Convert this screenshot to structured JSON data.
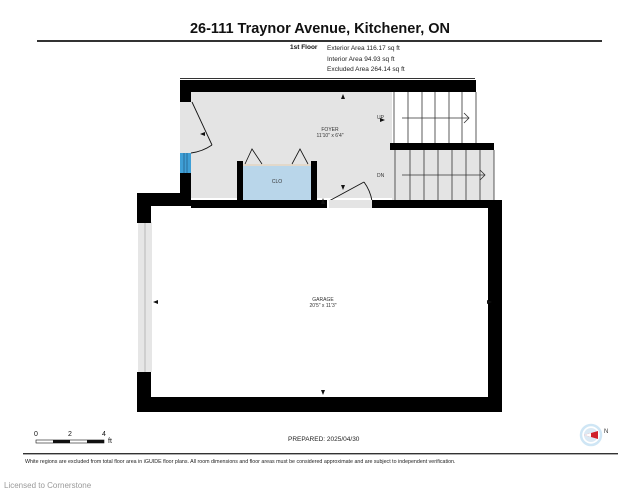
{
  "header": {
    "title": "26-111 Traynor Avenue, Kitchener, ON"
  },
  "floor_summary": {
    "floor_label": "1st Floor",
    "lines": [
      "Exterior Area 116.17 sq ft",
      "Interior Area 94.93 sq ft",
      "Excluded Area 264.14 sq ft"
    ]
  },
  "rooms": {
    "foyer": {
      "name": "FOYER",
      "dims": "11'10\" x 6'4\""
    },
    "closet": {
      "name": "CLO"
    },
    "garage": {
      "name": "GARAGE",
      "dims": "20'5\" x 11'3\""
    }
  },
  "stairs": {
    "up_label": "UP",
    "down_label": "DN"
  },
  "scale_bar": {
    "ticks": [
      "0",
      "2",
      "4"
    ],
    "unit": "ft"
  },
  "footer": {
    "prepared": "PREPARED: 2025/04/30",
    "disclaimer": "White regions are excluded from total floor area in iGUIDE floor plans. All room dimensions and floor areas must be considered approximate and are subject to independent verification.",
    "license": "Licensed to Cornerstone",
    "compass_label": "N"
  },
  "colors": {
    "wall": "#000000",
    "interior_floor": "#e4e4e4",
    "closet_fill": "#b9d6ea",
    "window_blue": "#3f9fd6",
    "compass_red": "#d0202a",
    "compass_ring": "#cfe6f5"
  }
}
